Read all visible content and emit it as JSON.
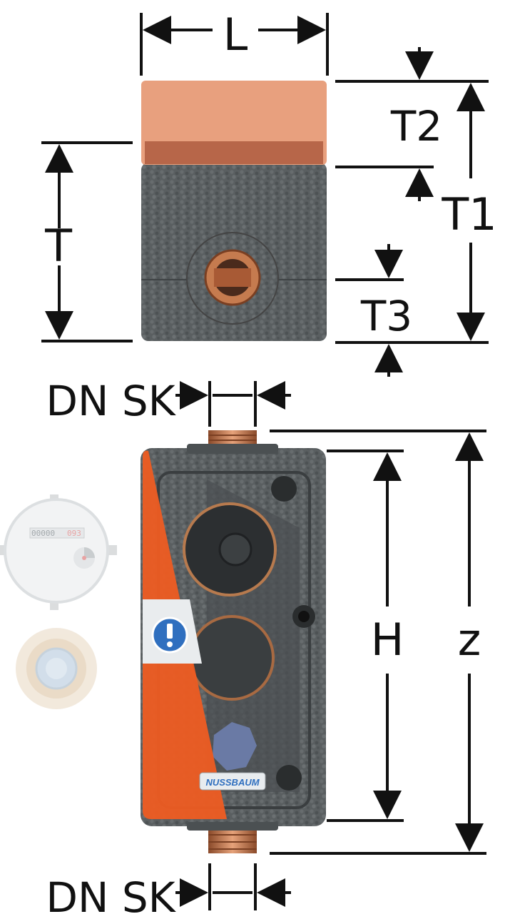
{
  "labels": {
    "length": "L",
    "depth_total": "T1",
    "depth_cover": "T2",
    "depth_connection": "T3",
    "depth_box": "T",
    "height_box": "H",
    "height_total": "z",
    "nominal_size_top": "DN SK",
    "nominal_size_bottom": "DN SK"
  },
  "meter_display": {
    "digits_black": "00000",
    "digits_red": "093"
  },
  "brand": "NUSSBAUM",
  "colors": {
    "dimension_line": "#111111",
    "cover": "#e8a07e",
    "cover_band": "#b76649",
    "insulation": "#555a5c",
    "insulation_dark": "#3c4042",
    "copper": "#c57b4f",
    "sleeve_orange": "#ee5c22",
    "notice_blue": "#2f6fbf"
  }
}
